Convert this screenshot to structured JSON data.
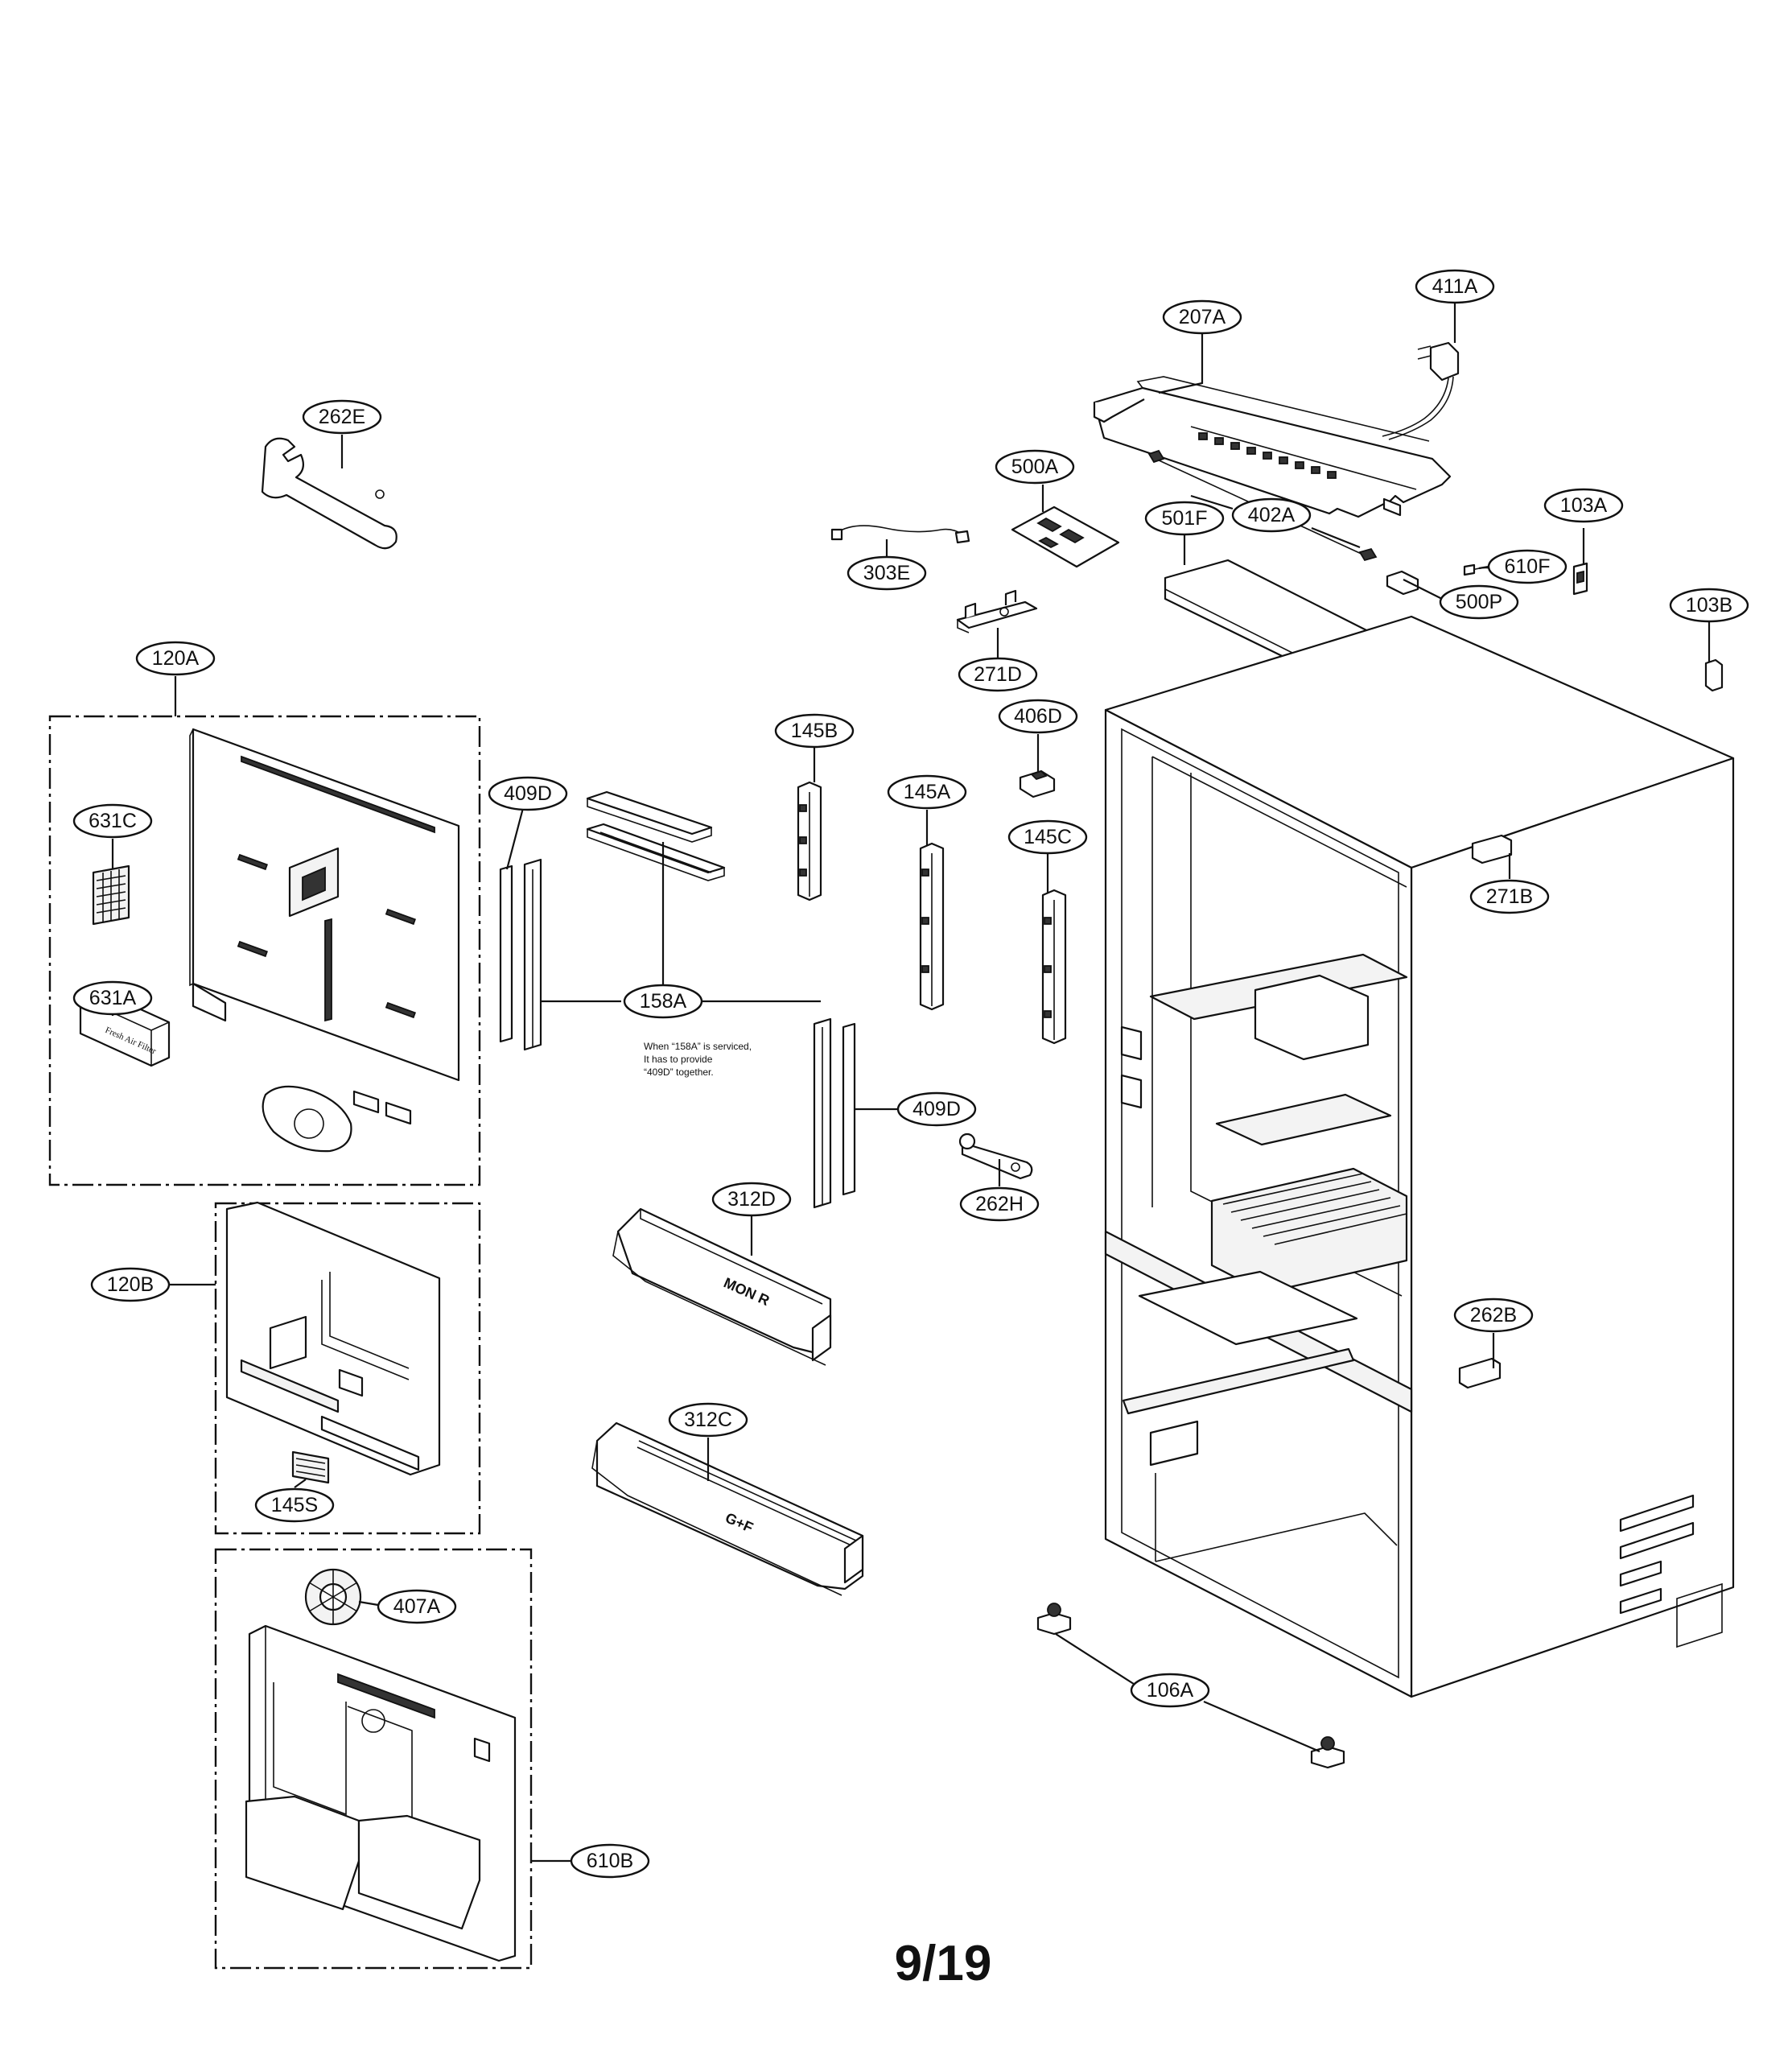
{
  "labels": {
    "l411A": "411A",
    "l207A": "207A",
    "l262E": "262E",
    "l500A": "500A",
    "l402A": "402A",
    "l501F": "501F",
    "l103A": "103A",
    "l610F": "610F",
    "l303E": "303E",
    "l500P": "500P",
    "l103B": "103B",
    "l120A": "120A",
    "l271D": "271D",
    "l145B": "145B",
    "l406D": "406D",
    "l409D_top": "409D",
    "l145A": "145A",
    "l631C": "631C",
    "l145C": "145C",
    "l271B": "271B",
    "l631A": "631A",
    "l158A": "158A",
    "l409D_bottom": "409D",
    "l262H": "262H",
    "l312D": "312D",
    "l120B": "120B",
    "l262B": "262B",
    "l312C": "312C",
    "l145S": "145S",
    "l407A": "407A",
    "l106A": "106A",
    "l610B": "610B"
  },
  "note": {
    "line1": "When “158A” is serviced,",
    "line2": "It has to provide",
    "line3": "“409D” together."
  },
  "embossed": {
    "bin_upper": "MON R",
    "bin_lower": "G+F",
    "filter": "Fresh Air Filter"
  },
  "page_number": "9/19"
}
